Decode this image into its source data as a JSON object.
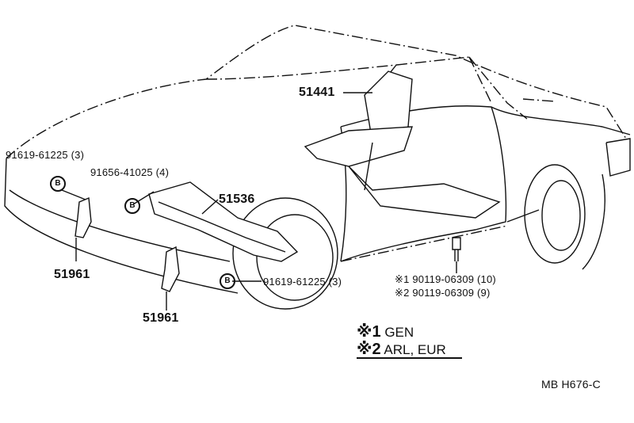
{
  "parts": {
    "p51441": "51441",
    "p91619_top": "91619-61225 (3)",
    "p91656": "91656-41025 (4)",
    "p51536": "51536",
    "p51961_left": "51961",
    "p51961_bottom": "51961",
    "p91619_bottom": "91619-61225 (3)",
    "p90119_1": "※1 90119-06309 (10)",
    "p90119_2": "※2 90119-06309 (9)"
  },
  "badge_letter": "B",
  "notes": {
    "n1_mark": "※1",
    "n1_text": "GEN",
    "n2_mark": "※2",
    "n2_text": "ARL, EUR"
  },
  "footer_code": "MB  H676-C"
}
